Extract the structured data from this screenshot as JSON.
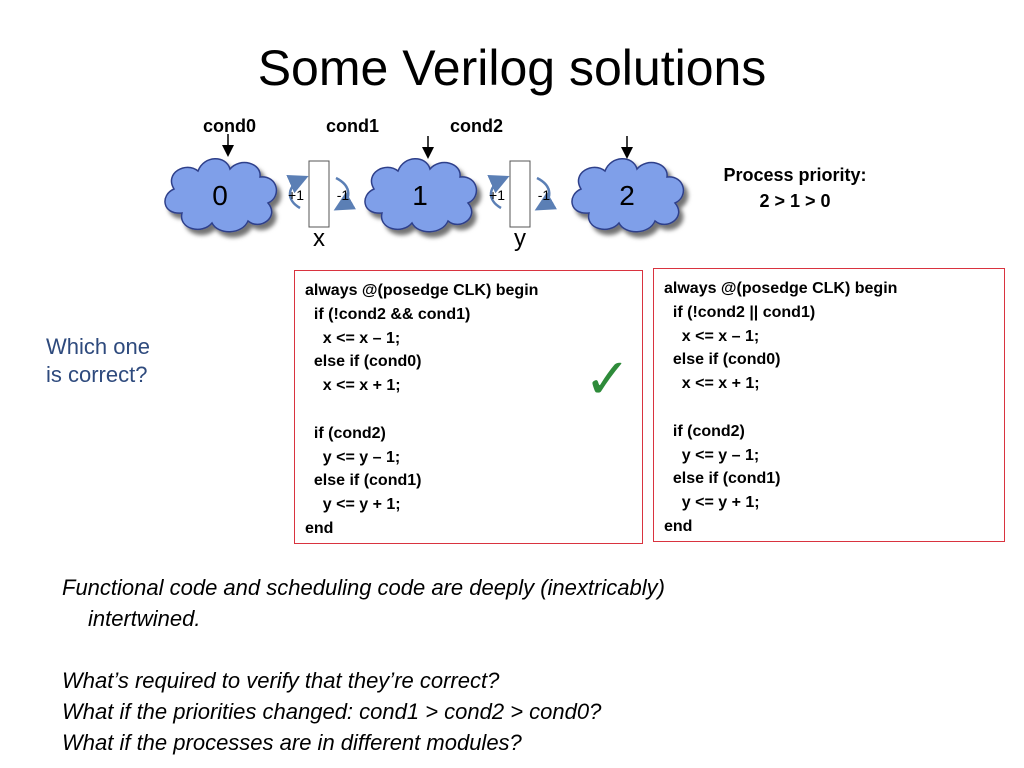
{
  "title": "Some Verilog solutions",
  "diagram": {
    "conditions": [
      "cond0",
      "cond1",
      "cond2"
    ],
    "processes": [
      "0",
      "1",
      "2"
    ],
    "registers": [
      {
        "name": "x",
        "inc": "+1",
        "dec": "-1"
      },
      {
        "name": "y",
        "inc": "+1",
        "dec": "-1"
      }
    ],
    "colors": {
      "cloud": "#7f9fe9",
      "cloud_stroke": "#2f3f8a",
      "arrow": "#5b7fb5"
    }
  },
  "priority": {
    "line1": "Process priority:",
    "line2": "2 > 1 > 0"
  },
  "question": {
    "line1": "Which one",
    "line2": "is correct?"
  },
  "solution_a": {
    "lines": [
      "always @(posedge CLK) begin",
      "  if (!cond2 && cond1)",
      "    x <= x – 1;",
      "  else if (cond0)",
      "    x <= x + 1;",
      "",
      "  if (cond2)",
      "    y <= y – 1;",
      "  else if (cond1)",
      "    y <= y + 1;",
      "end"
    ],
    "correct_mark": "✓"
  },
  "solution_b": {
    "lines": [
      "always @(posedge CLK) begin",
      "  if (!cond2 || cond1)",
      "    x <= x – 1;",
      "  else if (cond0)",
      "    x <= x + 1;",
      "",
      "  if (cond2)",
      "    y <= y – 1;",
      "  else if (cond1)",
      "    y <= y + 1;",
      "end"
    ]
  },
  "bottom": {
    "line1": "Functional code and scheduling code are deeply (inextricably)",
    "line2": "intertwined.",
    "line3": "What’s required to verify that they’re correct?",
    "line4": "What if the priorities changed: cond1 > cond2 > cond0?",
    "line5": "What if the processes are in different modules?"
  }
}
